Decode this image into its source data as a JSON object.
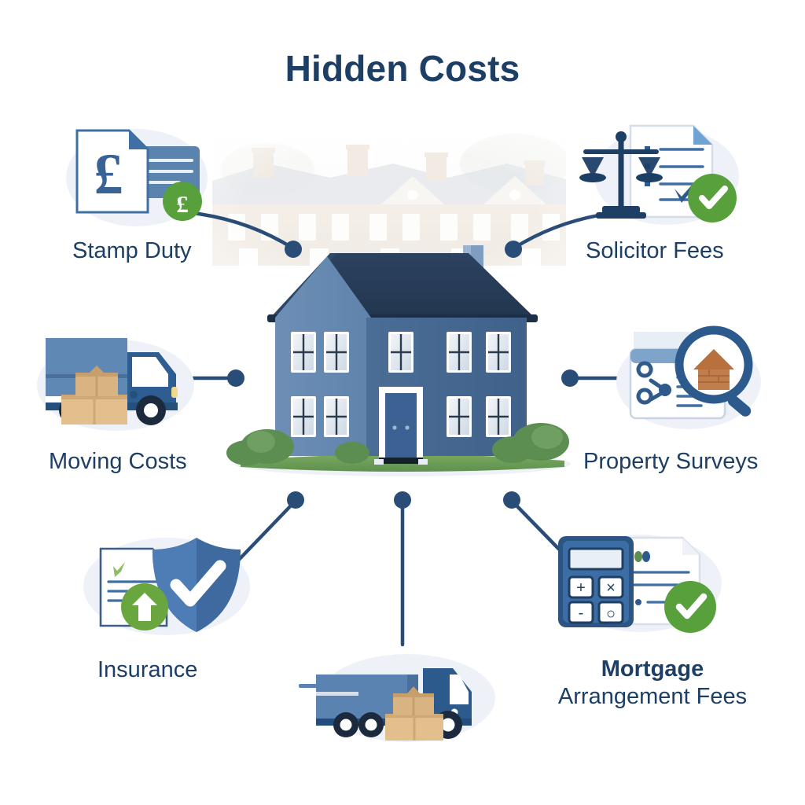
{
  "page": {
    "title": "Hidden Costs",
    "background_color": "#ffffff",
    "accent_navy": "#1d3f66",
    "accent_blue": "#3f6fa3",
    "accent_green": "#57a03c",
    "house_body_color": "#4a6d96",
    "house_roof_color": "#26384f"
  },
  "center": {
    "house_name": "central-house-illustration",
    "backdrop_name": "terrace-houses-backdrop"
  },
  "nodes": [
    {
      "id": "stamp-duty",
      "label": "Stamp Duty",
      "icon": "document-pound-icon",
      "badge": "green-pound-badge",
      "position": "top-left"
    },
    {
      "id": "solicitor-fees",
      "label": "Solicitor Fees",
      "icon": "scales-of-justice-document-icon",
      "badge": "green-check-badge",
      "position": "top-right"
    },
    {
      "id": "moving-costs",
      "label": "Moving Costs",
      "icon": "moving-truck-boxes-icon",
      "badge": "",
      "position": "middle-left"
    },
    {
      "id": "property-surveys",
      "label": "Property Surveys",
      "icon": "magnifier-house-document-icon",
      "badge": "",
      "position": "middle-right"
    },
    {
      "id": "insurance",
      "label": "Insurance",
      "icon": "shield-check-document-icon",
      "badge": "green-house-badge",
      "position": "bottom-left"
    },
    {
      "id": "mortgage-arrangement-fees",
      "label_line1": "Mortgage",
      "label_line2": "Arrangement Fees",
      "icon": "calculator-document-icon",
      "badge": "green-check-badge",
      "position": "bottom-right"
    },
    {
      "id": "bottom-center-truck",
      "label": "",
      "icon": "delivery-truck-boxes-icon",
      "badge": "",
      "position": "bottom-center"
    }
  ],
  "calculator": {
    "keys": [
      "+",
      "×",
      "-",
      "○"
    ]
  },
  "currency": {
    "symbol": "£"
  },
  "chart_data": {
    "type": "diagram",
    "title": "Hidden Costs",
    "layout": "radial hub-and-spoke: central house with six labelled cost nodes",
    "hub": "Central blue two-storey house with faded brick terrace backdrop",
    "categories": [
      "Stamp Duty",
      "Solicitor Fees",
      "Moving Costs",
      "Property Surveys",
      "Insurance",
      "Mortgage Arrangement Fees"
    ],
    "connectors": [
      {
        "from": "hub",
        "to": "Stamp Duty",
        "style": "curved"
      },
      {
        "from": "hub",
        "to": "Solicitor Fees",
        "style": "curved"
      },
      {
        "from": "hub",
        "to": "Moving Costs",
        "style": "straight-horizontal"
      },
      {
        "from": "hub",
        "to": "Property Surveys",
        "style": "straight-horizontal"
      },
      {
        "from": "hub",
        "to": "Insurance",
        "style": "diagonal"
      },
      {
        "from": "hub",
        "to": "Mortgage Arrangement Fees",
        "style": "diagonal"
      },
      {
        "from": "hub",
        "to": "bottom-center-truck",
        "style": "vertical"
      }
    ],
    "legend": [],
    "grid": false
  }
}
